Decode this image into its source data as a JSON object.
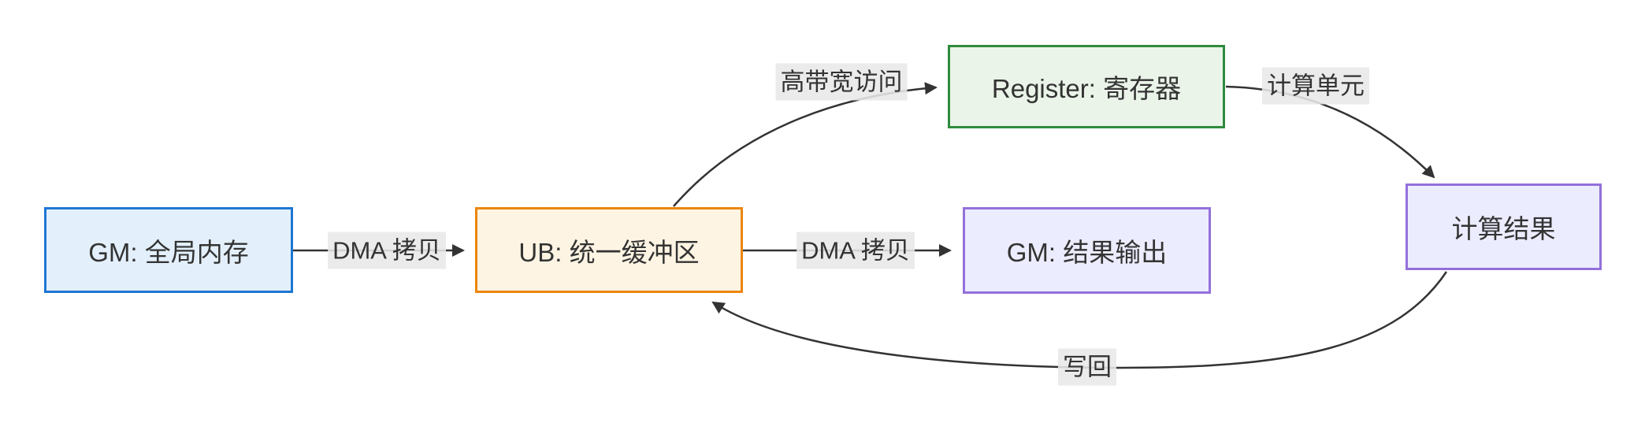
{
  "diagram": {
    "nodes": [
      {
        "id": "gm-in",
        "label": "GM: 全局内存",
        "fill": "#e3f0fb",
        "border": "#1d76d2"
      },
      {
        "id": "ub",
        "label": "UB: 统一缓冲区",
        "fill": "#fdf4e3",
        "border": "#ec860d"
      },
      {
        "id": "register",
        "label": "Register: 寄存器",
        "fill": "#eaf4e8",
        "border": "#2f8b3d"
      },
      {
        "id": "gm-out",
        "label": "GM: 结果输出",
        "fill": "#ececff",
        "border": "#9370db"
      },
      {
        "id": "result",
        "label": "计算结果",
        "fill": "#ececff",
        "border": "#9370db"
      }
    ],
    "edges": [
      {
        "from": "gm-in",
        "to": "ub",
        "label": "DMA 拷贝"
      },
      {
        "from": "ub",
        "to": "register",
        "label": "高带宽访问"
      },
      {
        "from": "register",
        "to": "result",
        "label": "计算单元"
      },
      {
        "from": "ub",
        "to": "gm-out",
        "label": "DMA 拷贝"
      },
      {
        "from": "result",
        "to": "ub",
        "label": "写回"
      }
    ],
    "colors": {
      "edge_line": "#333333",
      "edge_label_bg": "#e8e8e8",
      "text": "#333333"
    }
  }
}
